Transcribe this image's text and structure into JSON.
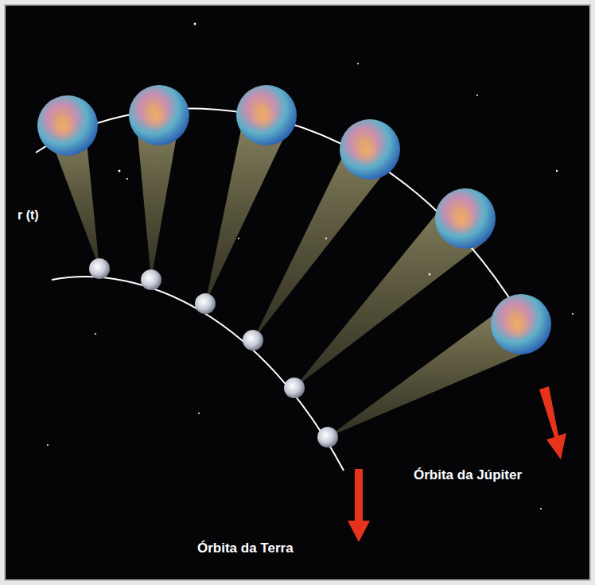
{
  "diagram": {
    "labels": [
      "r (t)",
      "Órbita da Júpiter",
      "Órbita da Terra"
    ]
  }
}
